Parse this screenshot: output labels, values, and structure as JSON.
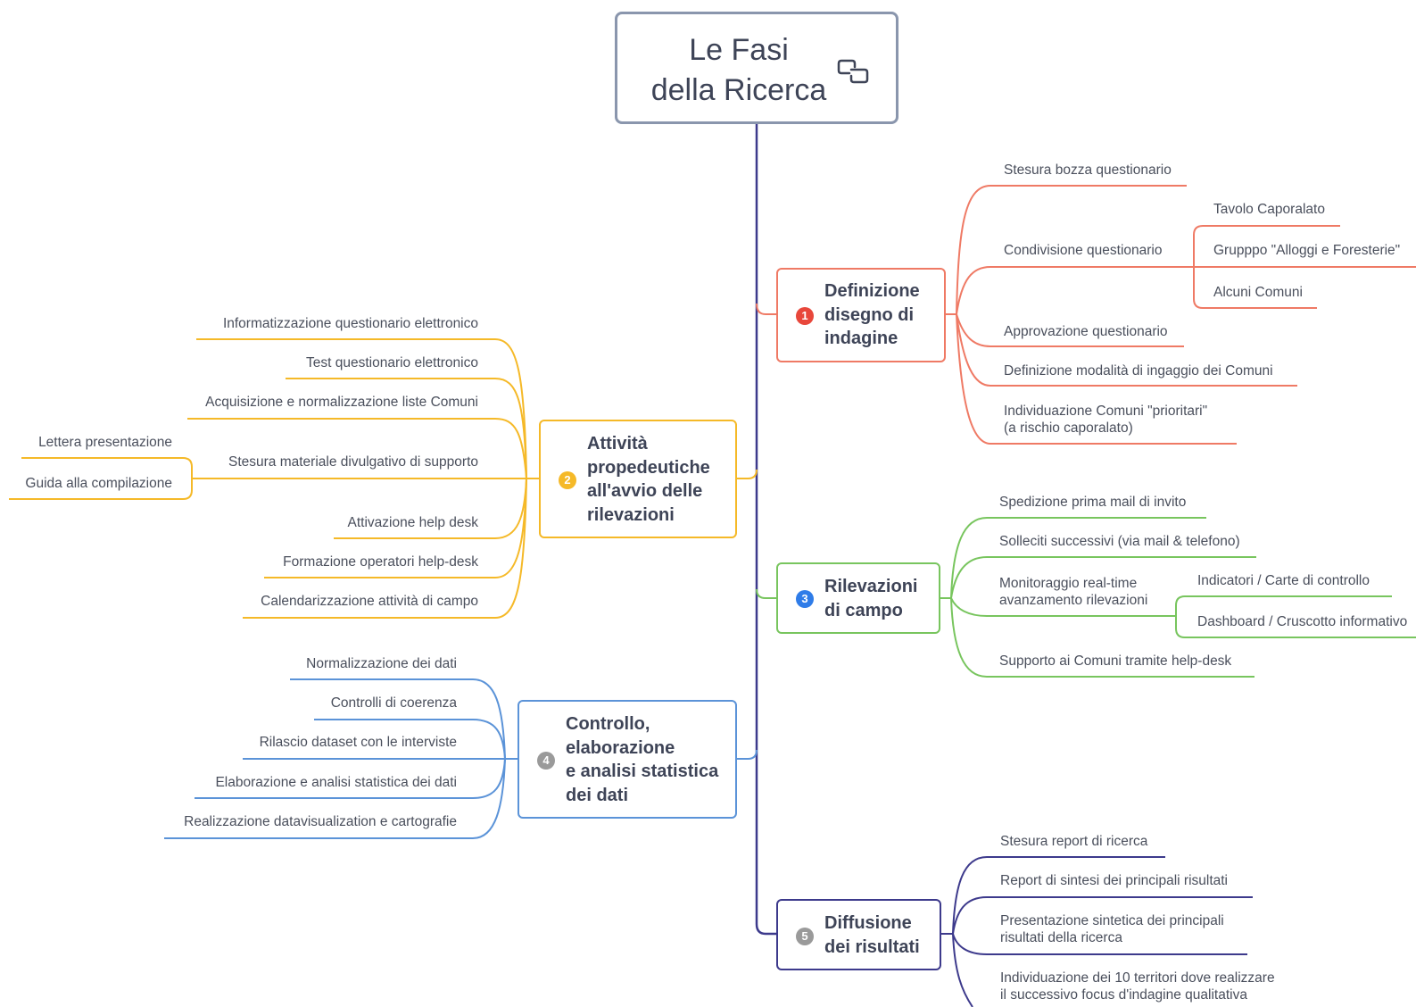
{
  "root": {
    "title": "Le Fasi\ndella Ricerca",
    "icon": "link-icon"
  },
  "colors": {
    "trunk": "#3d3a8c",
    "definizione": "#ef7a65",
    "attivita": "#f5b928",
    "rilevazioni": "#78c55e",
    "controllo": "#5b93d8",
    "diffusione": "#3d3a8c",
    "badge_1": "#e8473b",
    "badge_2": "#f5b928",
    "badge_3": "#2f7ce8",
    "badge_4": "#9a9a9a",
    "badge_5": "#9a9a9a"
  },
  "branches": {
    "definizione": {
      "badge": "1",
      "label": "Definizione\ndisegno di\nindagine",
      "items": [
        "Stesura bozza questionario",
        "Condivisione questionario",
        "Approvazione questionario",
        "Definizione modalità di ingaggio dei Comuni",
        "Individuazione Comuni \"prioritari\"\n(a rischio caporalato)"
      ],
      "sub_items": [
        "Tavolo Caporalato",
        "Grupppo \"Alloggi e Foresterie\"",
        "Alcuni Comuni"
      ]
    },
    "attivita": {
      "badge": "2",
      "label": "Attività\npropedeutiche\nall'avvio delle\nrilevazioni",
      "items": [
        "Informatizzazione questionario elettronico",
        "Test questionario elettronico",
        "Acquisizione e normalizzazione liste Comuni",
        "Stesura materiale divulgativo di supporto",
        "Attivazione help desk",
        "Formazione operatori help-desk",
        "Calendarizzazione attività di campo"
      ],
      "sub_items": [
        "Lettera presentazione",
        "Guida alla compilazione"
      ]
    },
    "rilevazioni": {
      "badge": "3",
      "label": "Rilevazioni\ndi campo",
      "items": [
        "Spedizione prima mail di invito",
        "Solleciti successivi (via mail & telefono)",
        "Monitoraggio real-time\navanzamento rilevazioni",
        "Supporto ai Comuni tramite help-desk"
      ],
      "sub_items": [
        "Indicatori / Carte di controllo",
        "Dashboard / Cruscotto informativo"
      ]
    },
    "controllo": {
      "badge": "4",
      "label": "Controllo,\nelaborazione\ne analisi statistica\ndei dati",
      "items": [
        "Normalizzazione dei dati",
        "Controlli di coerenza",
        "Rilascio dataset con le interviste",
        "Elaborazione e analisi statistica dei dati",
        "Realizzazione datavisualization e cartografie"
      ]
    },
    "diffusione": {
      "badge": "5",
      "label": "Diffusione\ndei risultati",
      "items": [
        "Stesura report di ricerca",
        "Report di sintesi dei principali risultati",
        "Presentazione sintetica dei principali\nrisultati della ricerca",
        "Individuazione dei 10 territori dove realizzare\nil successivo focus d'indagine qualitativa"
      ]
    }
  }
}
